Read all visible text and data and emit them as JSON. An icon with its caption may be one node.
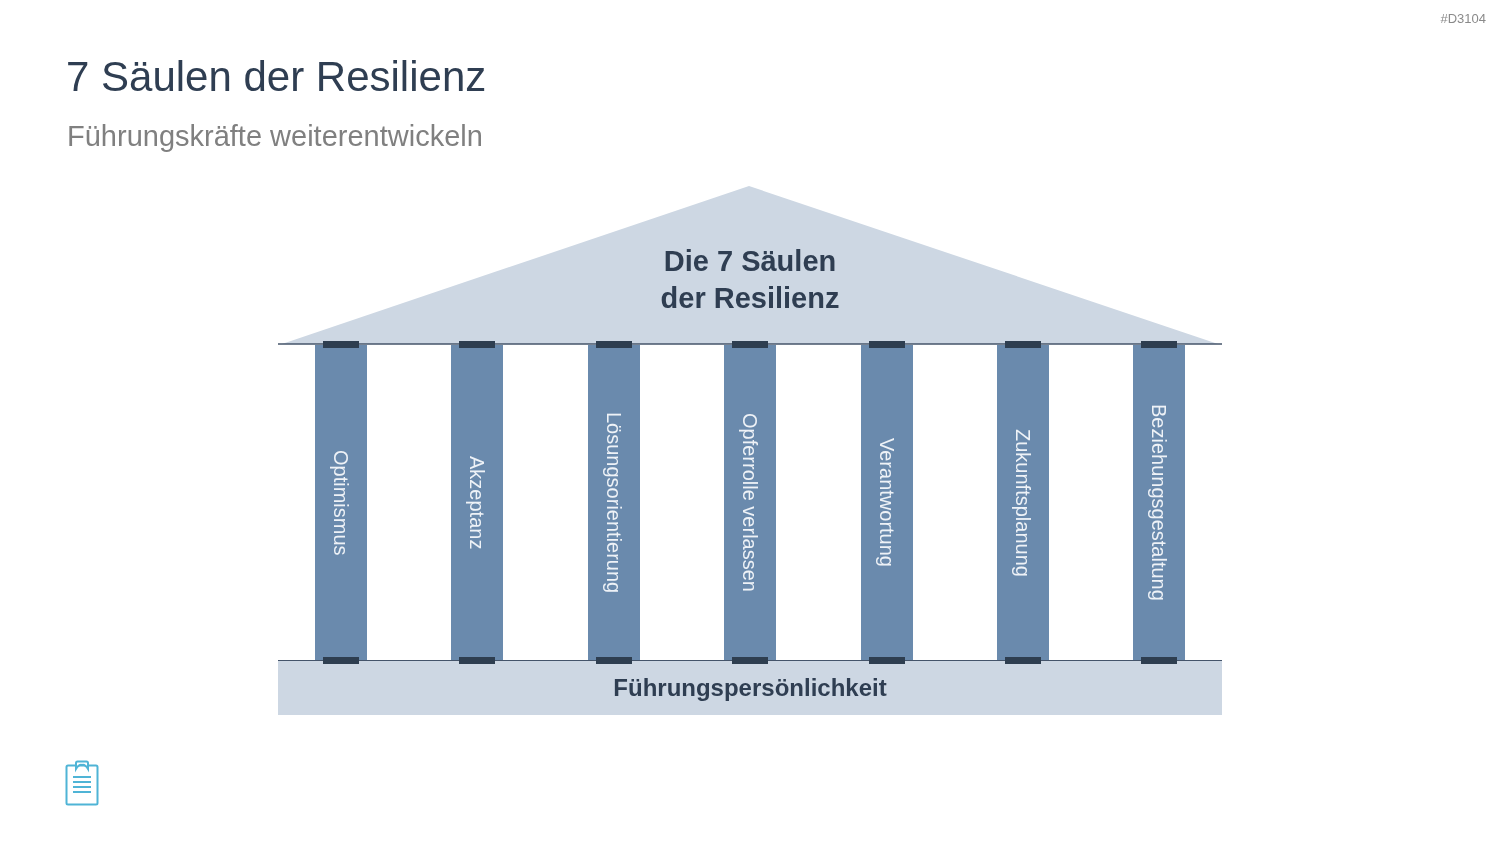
{
  "diagram": {
    "title": "7 Säulen der Resilienz",
    "nodes": [
      {
        "text": [
          "Die 7 Säulen der Resilienz"
        ]
      },
      {
        "text": [
          "Optimismus"
        ]
      },
      {
        "text": [
          "Akzeptanz"
        ]
      },
      {
        "text": [
          "Lösungsorientierung"
        ]
      },
      {
        "text": [
          "Opferrolle verlassen"
        ]
      },
      {
        "text": [
          "Verantwortung"
        ]
      },
      {
        "text": [
          "Zukunftsplanung"
        ]
      },
      {
        "text": [
          "Beziehungsgestaltung"
        ]
      },
      {
        "text": [
          "Führungspersönlichkeit"
        ]
      }
    ],
    "labels": [
      "#D3104",
      "Führungskräfte weiterentwickeln"
    ]
  }
}
